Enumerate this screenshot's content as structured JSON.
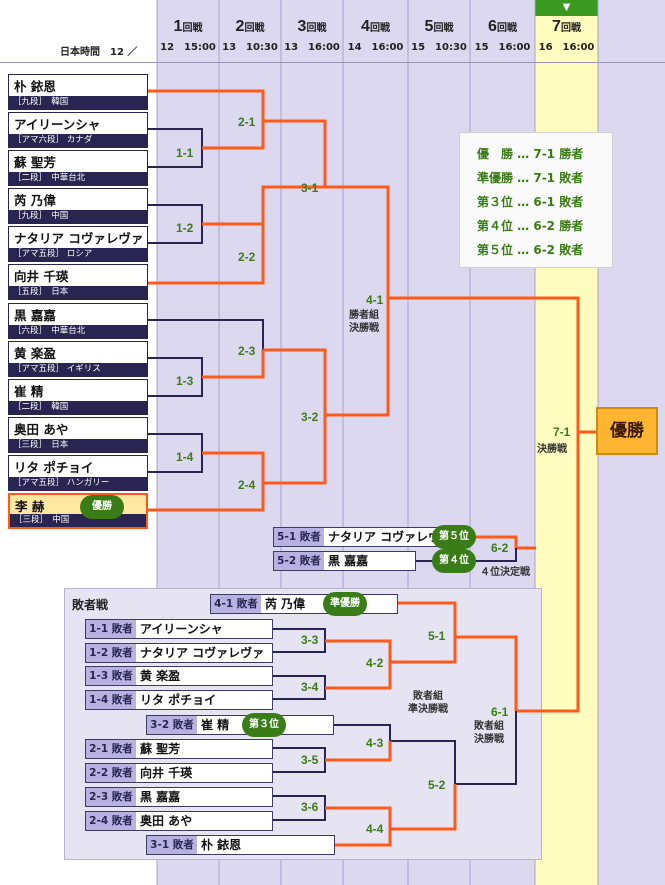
{
  "header": {
    "time_label": "日本時間　12 ／",
    "rounds": [
      {
        "num": "1",
        "unit": "回戦",
        "date": "12　15:00"
      },
      {
        "num": "2",
        "unit": "回戦",
        "date": "13　10:30"
      },
      {
        "num": "3",
        "unit": "回戦",
        "date": "13　16:00"
      },
      {
        "num": "4",
        "unit": "回戦",
        "date": "14　16:00"
      },
      {
        "num": "5",
        "unit": "回戦",
        "date": "15　10:30"
      },
      {
        "num": "6",
        "unit": "回戦",
        "date": "15　16:00"
      },
      {
        "num": "7",
        "unit": "回戦",
        "date": "16　16:00"
      }
    ],
    "current_marker": "▼"
  },
  "players": [
    {
      "name": "朴 銥恩",
      "info": "［九段］　韓国"
    },
    {
      "name": "アイリーンシャ",
      "info": "［アマ六段］ カナダ"
    },
    {
      "name": "蘇 聖芳",
      "info": "［二段］　中華台北"
    },
    {
      "name": "芮 乃偉",
      "info": "［九段］　中国"
    },
    {
      "name": "ナタリア コヴァレヴァ",
      "info": "［アマ五段］ ロシア"
    },
    {
      "name": "向井 千瑛",
      "info": "［五段］　日本"
    },
    {
      "name": "黒 嘉嘉",
      "info": "［六段］　中華台北"
    },
    {
      "name": "黄 楽盈",
      "info": "［アマ五段］ イギリス"
    },
    {
      "name": "崔 精",
      "info": "［二段］　韓国"
    },
    {
      "name": "奥田 あや",
      "info": "［三段］　日本"
    },
    {
      "name": "リタ ポチョイ",
      "info": "［アマ五段］ ハンガリー"
    },
    {
      "name": "李 赫",
      "info": "［三段］　中国"
    }
  ],
  "champion_badge": "優勝",
  "winner_matches": [
    "1-1",
    "1-2",
    "1-3",
    "1-4",
    "2-1",
    "2-2",
    "2-3",
    "2-4",
    "3-1",
    "3-2",
    "4-1",
    "7-1"
  ],
  "winner_desc": {
    "m41": "勝者組\n決勝戦",
    "m71": "決勝戦"
  },
  "fifth_place": {
    "rows": [
      {
        "tag": "5-1 敗者",
        "name": "ナタリア コヴァレヴァ",
        "badge": "第５位"
      },
      {
        "tag": "5-2 敗者",
        "name": "黒 嘉嘉",
        "badge": "第４位"
      }
    ],
    "match": "6-2",
    "desc": "４位決定戦"
  },
  "loser_bracket": {
    "title": "敗者戦",
    "rows": [
      {
        "tag": "4-1 敗者",
        "name": "芮 乃偉",
        "badge": "準優勝"
      },
      {
        "tag": "1-1 敗者",
        "name": "アイリーンシャ"
      },
      {
        "tag": "1-2 敗者",
        "name": "ナタリア コヴァレヴァ"
      },
      {
        "tag": "1-3 敗者",
        "name": "黄 楽盈"
      },
      {
        "tag": "1-4 敗者",
        "name": "リタ ポチョイ"
      },
      {
        "tag": "3-2 敗者",
        "name": "崔 精",
        "badge": "第３位"
      },
      {
        "tag": "2-1 敗者",
        "name": "蘇 聖芳"
      },
      {
        "tag": "2-2 敗者",
        "name": "向井 千瑛"
      },
      {
        "tag": "2-3 敗者",
        "name": "黒 嘉嘉"
      },
      {
        "tag": "2-4 敗者",
        "name": "奥田 あや"
      },
      {
        "tag": "3-1 敗者",
        "name": "朴 銥恩"
      }
    ],
    "matches": [
      "3-3",
      "3-4",
      "3-5",
      "3-6",
      "4-2",
      "4-3",
      "4-4",
      "5-1",
      "5-2",
      "6-1"
    ],
    "desc_semi": "敗者組\n準決勝戦",
    "desc_final": "敗者組\n決勝戦"
  },
  "legend": [
    "優　勝 … 7-1 勝者",
    "準優勝 … 7-1 敗者",
    "第３位 … 6-1 敗者",
    "第４位 … 6-2 勝者",
    "第５位 … 6-2 敗者"
  ],
  "champion_box": "優勝",
  "colors": {
    "winner_line": "#ff5a1a",
    "loser_line": "#2a2550",
    "accent_green": "#3a7d18",
    "highlight_col": "#fffcc0"
  }
}
